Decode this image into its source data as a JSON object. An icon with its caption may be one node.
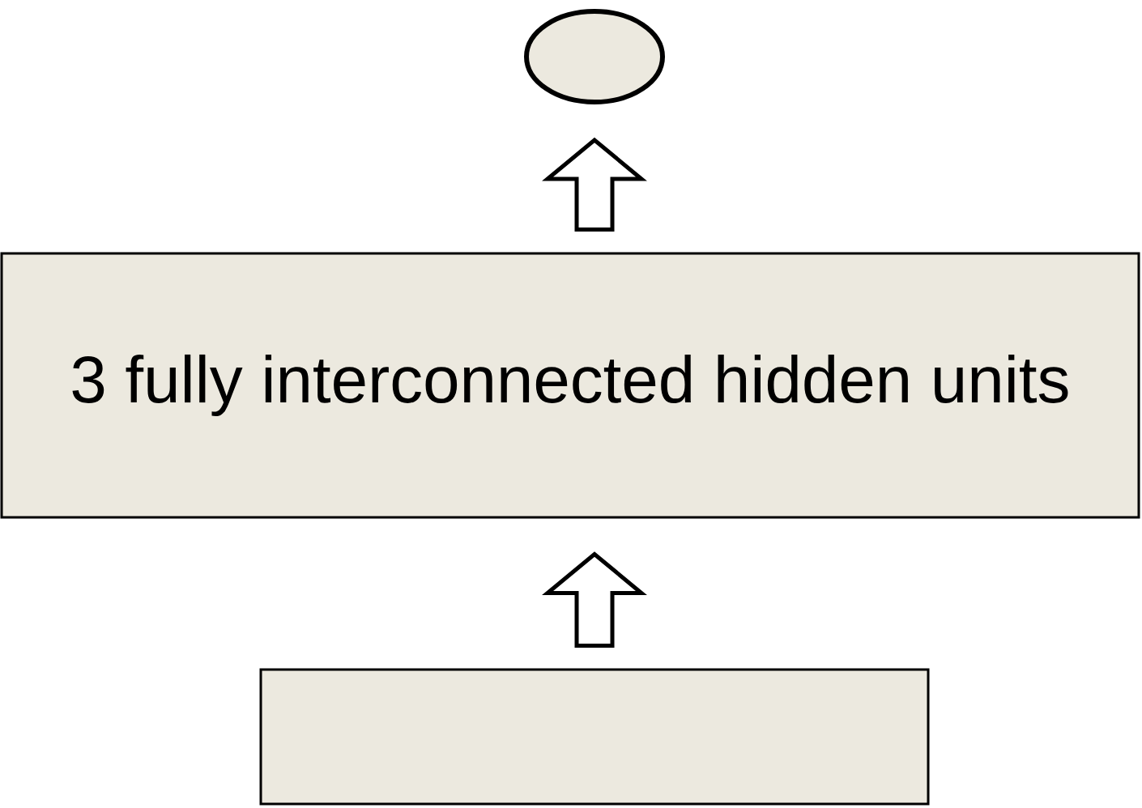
{
  "diagram": {
    "nodes": [
      {
        "text": [],
        "shape": "circle"
      },
      {
        "text": [
          "3 fully interconnected hidden units"
        ]
      },
      {
        "text": [],
        "shape": "box"
      }
    ],
    "edges": [
      {
        "from": 2,
        "to": 1,
        "arrow": "to"
      },
      {
        "from": 1,
        "to": 0,
        "arrow": "to"
      }
    ]
  }
}
